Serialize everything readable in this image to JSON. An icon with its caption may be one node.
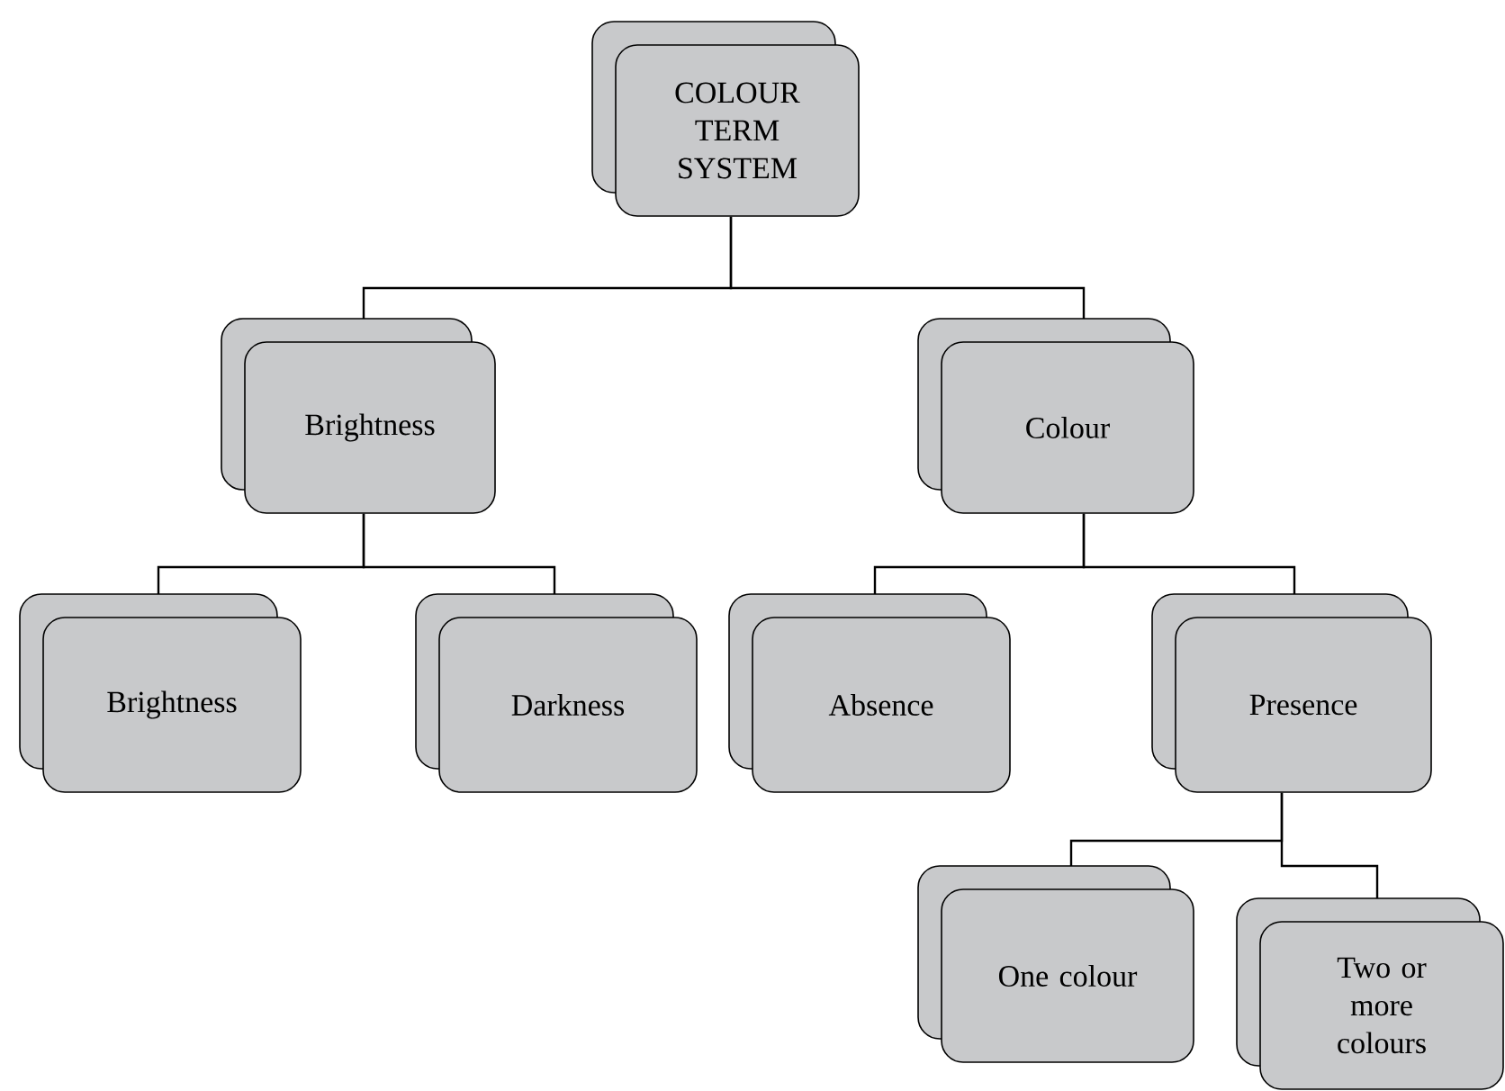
{
  "diagram": {
    "nodes": [
      {
        "text": [
          "COLOUR TERM SYSTEM"
        ]
      },
      {
        "text": [
          "Brightness"
        ]
      },
      {
        "text": [
          "Colour"
        ]
      },
      {
        "text": [
          "Brightness"
        ]
      },
      {
        "text": [
          "Darkness"
        ]
      },
      {
        "text": [
          "Absence"
        ]
      },
      {
        "text": [
          "Presence"
        ]
      },
      {
        "text": [
          "One colour"
        ]
      },
      {
        "text": [
          "Two or more colours"
        ]
      }
    ],
    "edges": [
      {
        "from": 0,
        "to": 1,
        "arrow": "none"
      },
      {
        "from": 0,
        "to": 2,
        "arrow": "none"
      },
      {
        "from": 1,
        "to": 3,
        "arrow": "none"
      },
      {
        "from": 1,
        "to": 4,
        "arrow": "none"
      },
      {
        "from": 2,
        "to": 5,
        "arrow": "none"
      },
      {
        "from": 2,
        "to": 6,
        "arrow": "none"
      },
      {
        "from": 6,
        "to": 7,
        "arrow": "none"
      },
      {
        "from": 6,
        "to": 8,
        "arrow": "none"
      }
    ]
  }
}
